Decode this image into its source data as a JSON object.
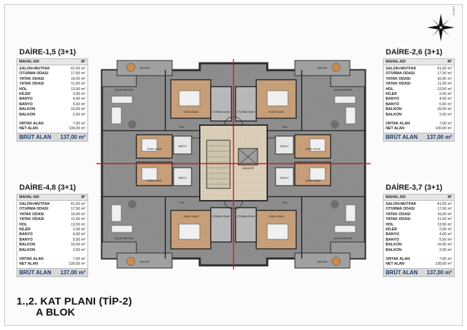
{
  "compass": {
    "label": "KUZEY"
  },
  "title": {
    "line1": "1.,2. KAT PLANI (TİP-2)",
    "line2": "A BLOK"
  },
  "units": [
    {
      "heading": "DAİRE-1,5 (3+1)",
      "header": {
        "name": "MAHAL ADI",
        "unit": "M²"
      },
      "rooms": [
        {
          "name": "SALON+MUTFAK",
          "area": "41,00 m²"
        },
        {
          "name": "OTURMA ODASI",
          "area": "17,50 m²"
        },
        {
          "name": "YATAK ODASI",
          "area": "16,00 m²"
        },
        {
          "name": "YATAK ODASI",
          "area": "11,50 m²"
        },
        {
          "name": "HOL",
          "area": "13,50 m²"
        },
        {
          "name": "KİLER",
          "area": "2,00 m²"
        },
        {
          "name": "BANYO",
          "area": "4,00 m²"
        },
        {
          "name": "BANYO",
          "area": "5,50 m²"
        },
        {
          "name": "BALKON",
          "area": "16,50 m²"
        },
        {
          "name": "BALKON",
          "area": "2,50 m²"
        }
      ],
      "totals": [
        {
          "name": "ORTAK ALAN",
          "area": "7,00 m²"
        },
        {
          "name": "NET ALAN",
          "area": "130,00 m²"
        }
      ],
      "brut": {
        "name": "BRÜT ALAN",
        "area": "137,00 m²"
      }
    },
    {
      "heading": "DAİRE-2,6 (3+1)",
      "header": {
        "name": "MAHAL ADI",
        "unit": "M²"
      },
      "rooms": [
        {
          "name": "SALON+MUTFAK",
          "area": "41,00 m²"
        },
        {
          "name": "OTURMA ODASI",
          "area": "17,50 m²"
        },
        {
          "name": "YATAK ODASI",
          "area": "16,00 m²"
        },
        {
          "name": "YATAK ODASI",
          "area": "11,50 m²"
        },
        {
          "name": "HOL",
          "area": "13,50 m²"
        },
        {
          "name": "KİLER",
          "area": "2,00 m²"
        },
        {
          "name": "BANYO",
          "area": "4,00 m²"
        },
        {
          "name": "BANYO",
          "area": "5,50 m²"
        },
        {
          "name": "BALKON",
          "area": "16,50 m²"
        },
        {
          "name": "BALKON",
          "area": "2,50 m²"
        }
      ],
      "totals": [
        {
          "name": "ORTAK ALAN",
          "area": "7,00 m²"
        },
        {
          "name": "NET ALAN",
          "area": "130,00 m²"
        }
      ],
      "brut": {
        "name": "BRÜT ALAN",
        "area": "137,00 m²"
      }
    },
    {
      "heading": "DAİRE-4,8 (3+1)",
      "header": {
        "name": "MAHAL ADI",
        "unit": "M²"
      },
      "rooms": [
        {
          "name": "SALON+MUTFAK",
          "area": "41,00 m²"
        },
        {
          "name": "OTURMA ODASI",
          "area": "17,50 m²"
        },
        {
          "name": "YATAK ODASI",
          "area": "16,00 m²"
        },
        {
          "name": "YATAK ODASI",
          "area": "11,50 m²"
        },
        {
          "name": "HOL",
          "area": "13,50 m²"
        },
        {
          "name": "KİLER",
          "area": "2,00 m²"
        },
        {
          "name": "BANYO",
          "area": "4,00 m²"
        },
        {
          "name": "BANYO",
          "area": "5,50 m²"
        },
        {
          "name": "BALKON",
          "area": "16,50 m²"
        },
        {
          "name": "BALKON",
          "area": "2,50 m²"
        }
      ],
      "totals": [
        {
          "name": "ORTAK ALAN",
          "area": "7,00 m²"
        },
        {
          "name": "NET ALAN",
          "area": "130,00 m²"
        }
      ],
      "brut": {
        "name": "BRÜT ALAN",
        "area": "137,00 m²"
      }
    },
    {
      "heading": "DAİRE-3,7 (3+1)",
      "header": {
        "name": "MAHAL ADI",
        "unit": "M²"
      },
      "rooms": [
        {
          "name": "SALON+MUTFAK",
          "area": "41,00 m²"
        },
        {
          "name": "OTURMA ODASI",
          "area": "17,50 m²"
        },
        {
          "name": "YATAK ODASI",
          "area": "16,00 m²"
        },
        {
          "name": "YATAK ODASI",
          "area": "11,50 m²"
        },
        {
          "name": "HOL",
          "area": "13,50 m²"
        },
        {
          "name": "KİLER",
          "area": "2,00 m²"
        },
        {
          "name": "BANYO",
          "area": "4,00 m²"
        },
        {
          "name": "BANYO",
          "area": "5,50 m²"
        },
        {
          "name": "BALKON",
          "area": "16,50 m²"
        },
        {
          "name": "BALKON",
          "area": "2,50 m²"
        }
      ],
      "totals": [
        {
          "name": "ORTAK ALAN",
          "area": "7,00 m²"
        },
        {
          "name": "NET ALAN",
          "area": "130,00 m²"
        }
      ],
      "brut": {
        "name": "BRÜT ALAN",
        "area": "137,00 m²"
      }
    }
  ],
  "plan_labels": {
    "salon": "SALON+MUTFAK",
    "oturma": "OTURMA ODASI",
    "yatak": "YATAK ODASI",
    "balkon": "BALKON",
    "banyo": "BANYO",
    "kiler": "KİLER",
    "hol": "HOL",
    "asansor": "ASANSÖR"
  },
  "colors": {
    "wall": "#2b2b2b",
    "floor_gray": "#8f8f8f",
    "bedroom_wood": "#c9a27c",
    "core_tile": "#d9cdb8",
    "axis_red": "#d0161b",
    "brut_text": "#1b3a6b"
  }
}
